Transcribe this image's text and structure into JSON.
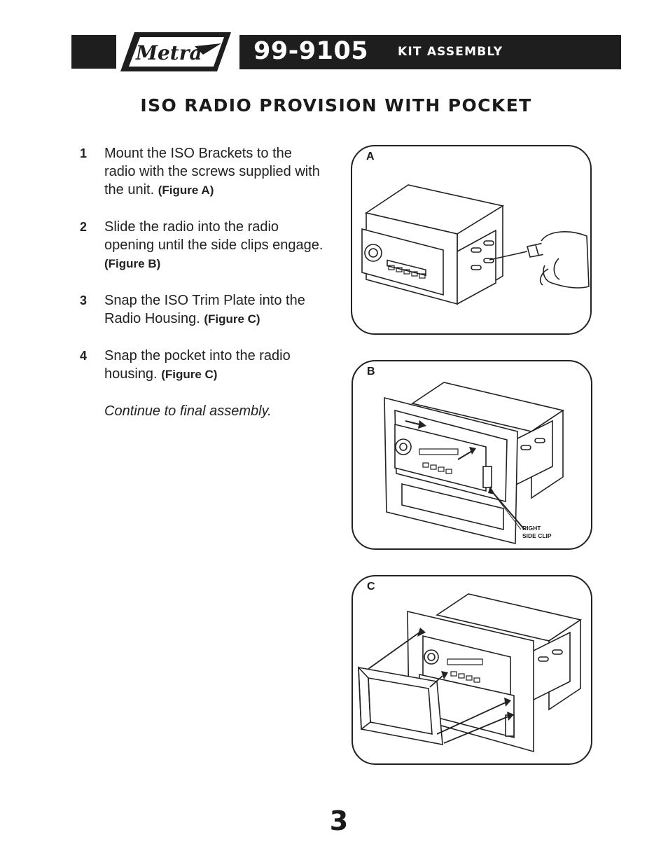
{
  "header": {
    "logo_text": "Metra",
    "part_number": "99-9105",
    "subtitle": "KIT ASSEMBLY"
  },
  "title": "ISO RADIO PROVISION WITH POCKET",
  "steps": [
    {
      "number": "1",
      "text": "Mount the ISO Brackets to the radio with the screws supplied with the unit.",
      "figure": "(Figure A)"
    },
    {
      "number": "2",
      "text": "Slide the radio into the radio opening until the side clips engage.",
      "figure": "(Figure B)"
    },
    {
      "number": "3",
      "text": "Snap the ISO Trim Plate into the Radio Housing.",
      "figure": "(Figure C)"
    },
    {
      "number": "4",
      "text": "Snap the pocket into the radio housing.",
      "figure": "(Figure C)"
    }
  ],
  "continue_text": "Continue to final assembly.",
  "figures": {
    "a": {
      "letter": "A"
    },
    "b": {
      "letter": "B",
      "label_line1": "RIGHT",
      "label_line2": "SIDE CLIP"
    },
    "c": {
      "letter": "C"
    }
  },
  "page_number": "3"
}
